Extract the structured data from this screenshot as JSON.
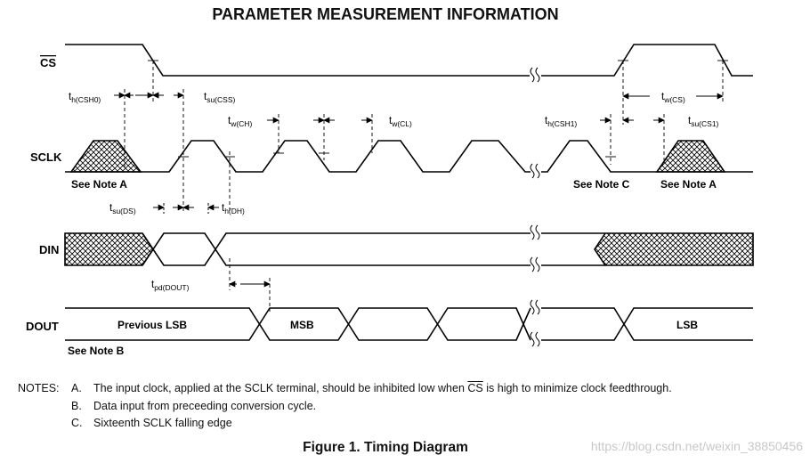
{
  "title": "PARAMETER MEASUREMENT INFORMATION",
  "signals": {
    "cs": "CS",
    "sclk": "SCLK",
    "din": "DIN",
    "dout": "DOUT"
  },
  "timings": {
    "th_csh0": {
      "main": "t",
      "sub": "h(CSH0)"
    },
    "tsu_css": {
      "main": "t",
      "sub": "su(CSS)"
    },
    "tw_ch": {
      "main": "t",
      "sub": "w(CH)"
    },
    "tw_cl": {
      "main": "t",
      "sub": "w(CL)"
    },
    "th_csh1": {
      "main": "t",
      "sub": "h(CSH1)"
    },
    "tw_cs": {
      "main": "t",
      "sub": "w(CS)"
    },
    "tsu_cs1": {
      "main": "t",
      "sub": "su(CS1)"
    },
    "tsu_ds": {
      "main": "t",
      "sub": "su(DS)"
    },
    "th_dh": {
      "main": "t",
      "sub": "h(DH)"
    },
    "tpd_dout": {
      "main": "t",
      "sub": "pd(DOUT)"
    }
  },
  "labels": {
    "see_note_a": "See Note A",
    "see_note_c": "See Note C",
    "see_note_b": "See Note B",
    "previous_lsb": "Previous LSB",
    "msb": "MSB",
    "lsb": "LSB"
  },
  "notes": {
    "heading": "NOTES:",
    "items": [
      {
        "letter": "A.",
        "before": "The input clock, applied at the SCLK terminal, should be inhibited low when ",
        "overline": "CS",
        "after": " is high to minimize clock feedthrough."
      },
      {
        "letter": "B.",
        "before": "Data input from preceeding conversion cycle.",
        "overline": "",
        "after": ""
      },
      {
        "letter": "C.",
        "before": "Sixteenth SCLK falling edge",
        "overline": "",
        "after": ""
      }
    ]
  },
  "caption": "Figure 1. Timing Diagram",
  "watermark": "https://blog.csdn.net/weixin_38850456"
}
